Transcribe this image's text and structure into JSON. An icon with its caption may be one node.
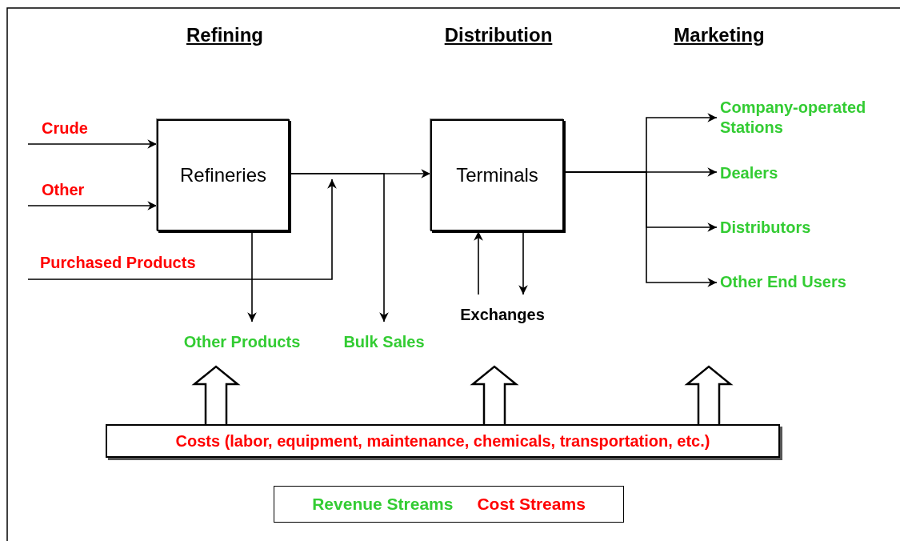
{
  "diagram": {
    "nodes": [
      {
        "text": [
          "Refineries"
        ]
      },
      {
        "text": [
          "Terminals"
        ]
      },
      {
        "text": [
          "Crude"
        ]
      },
      {
        "text": [
          "Other"
        ]
      },
      {
        "text": [
          "Purchased Products"
        ]
      },
      {
        "text": [
          "Other Products"
        ]
      },
      {
        "text": [
          "Bulk Sales"
        ]
      },
      {
        "text": [
          "Exchanges"
        ]
      },
      {
        "text": [
          "Company-operated Stations"
        ]
      },
      {
        "text": [
          "Dealers"
        ]
      },
      {
        "text": [
          "Distributors"
        ]
      },
      {
        "text": [
          "Other End Users"
        ]
      },
      {
        "text": [
          "Costs (labor, equipment, maintenance, chemicals, transportation, etc.)"
        ]
      }
    ],
    "edges": [
      {
        "from": 2,
        "to": 0,
        "arrow": "to"
      },
      {
        "from": 3,
        "to": 0,
        "arrow": "to"
      },
      {
        "from": 4,
        "to": null,
        "arrow": "to"
      },
      {
        "from": 0,
        "to": 1,
        "arrow": "to"
      },
      {
        "from": 0,
        "to": 5,
        "arrow": "to"
      },
      {
        "from": 0,
        "to": 6,
        "arrow": "to"
      },
      {
        "from": 7,
        "to": 1,
        "arrow": "to"
      },
      {
        "from": 1,
        "to": 7,
        "arrow": "to"
      },
      {
        "from": 1,
        "to": 8,
        "arrow": "to"
      },
      {
        "from": 1,
        "to": 9,
        "arrow": "to"
      },
      {
        "from": 1,
        "to": 10,
        "arrow": "to"
      },
      {
        "from": 1,
        "to": 11,
        "arrow": "to"
      },
      {
        "from": 12,
        "to": null,
        "arrow": "to",
        "style": "thick"
      },
      {
        "from": 12,
        "to": null,
        "arrow": "to",
        "style": "thick"
      },
      {
        "from": 12,
        "to": null,
        "arrow": "to",
        "style": "thick"
      }
    ],
    "labels": [
      "Refining",
      "Distribution",
      "Marketing"
    ],
    "legend": [
      {
        "text": "Revenue Streams",
        "color": "#33cc33"
      },
      {
        "text": "Cost Streams",
        "color": "#ff0000"
      }
    ]
  }
}
